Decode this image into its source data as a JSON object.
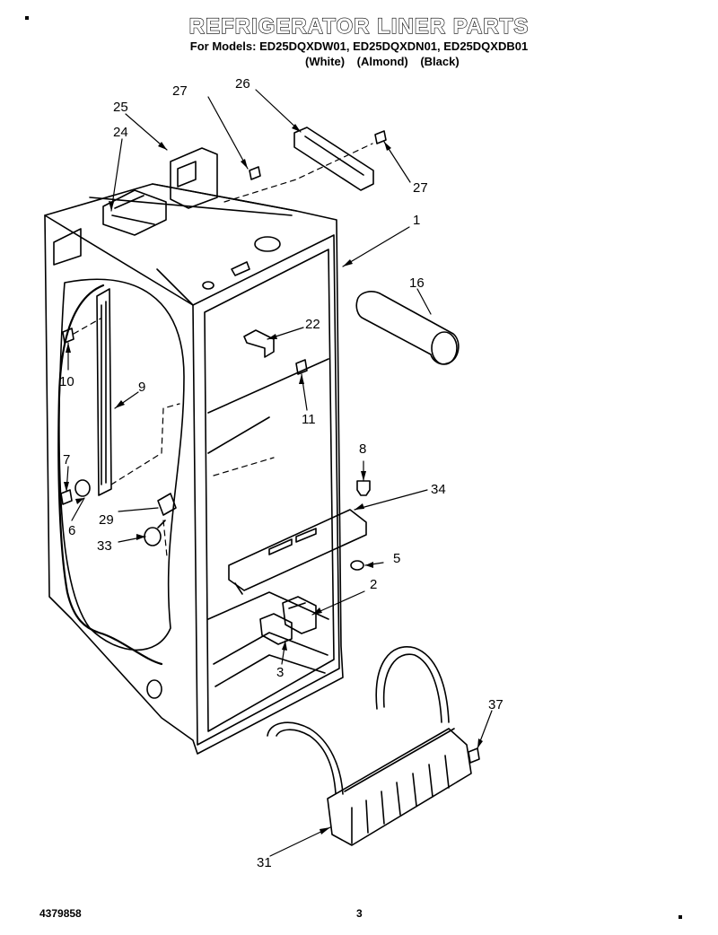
{
  "title": "REFRIGERATOR LINER PARTS",
  "models_line": "For Models: ED25DQXDW01, ED25DQXDN01, ED25DQXDB01",
  "colors": [
    "(White)",
    "(Almond)",
    "(Black)"
  ],
  "callouts": [
    "27",
    "26",
    "25",
    "24",
    "27",
    "1",
    "16",
    "22",
    "10",
    "9",
    "11",
    "8",
    "7",
    "34",
    "29",
    "6",
    "33",
    "5",
    "2",
    "3",
    "37",
    "31"
  ],
  "footer": {
    "part_number": "4379858",
    "page": "3"
  }
}
